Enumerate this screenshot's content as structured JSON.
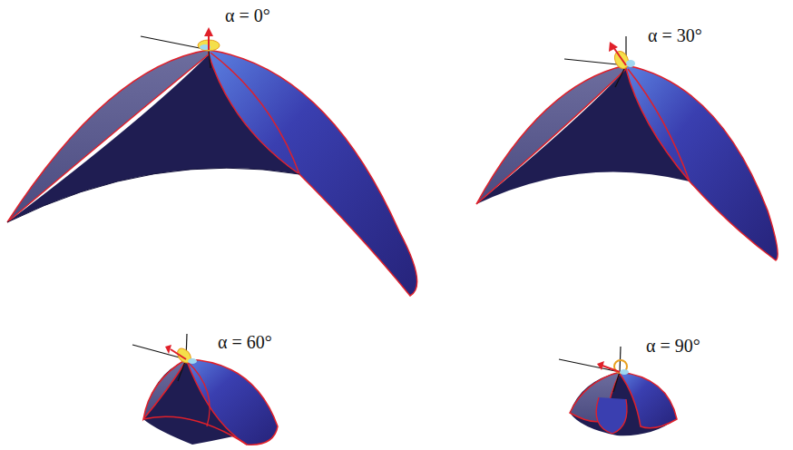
{
  "diagram": {
    "labels": [
      "α = 0°",
      "α = 30°",
      "α = 60°",
      "α = 90°"
    ]
  }
}
